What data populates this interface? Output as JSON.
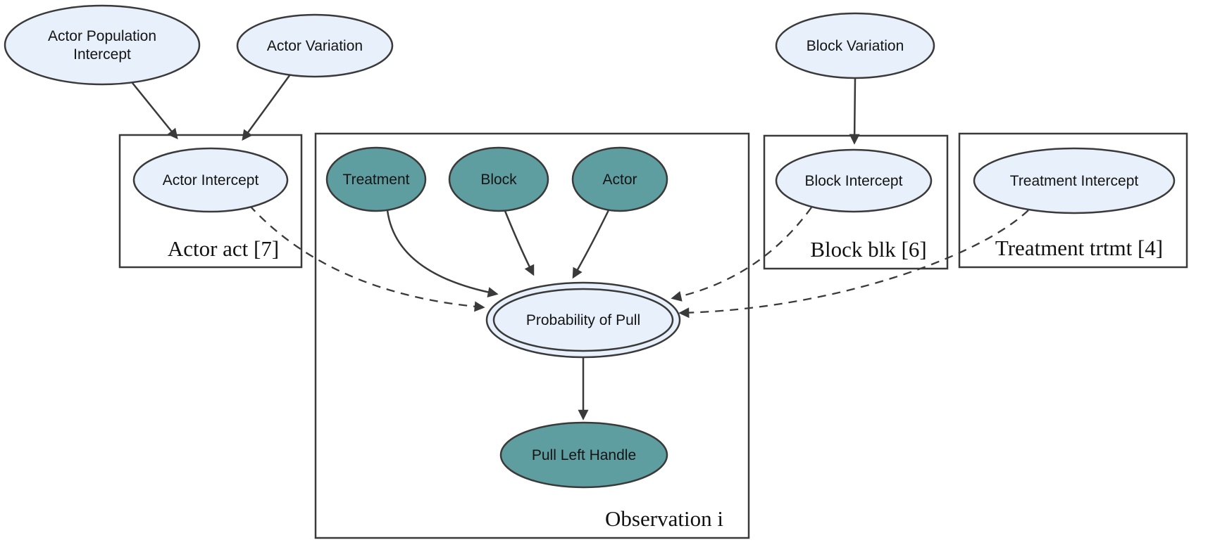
{
  "diagram": {
    "background": "#ffffff",
    "colors": {
      "node_fill_light": "#e8f1fb",
      "node_fill_teal": "#5f9ea0",
      "stroke": "#3a3a3a",
      "text": "#141414"
    },
    "nodes": {
      "actor_population_intercept": {
        "line1": "Actor Population",
        "line2": "Intercept",
        "fill": "light"
      },
      "actor_variation": {
        "label": "Actor Variation",
        "fill": "light"
      },
      "actor_intercept": {
        "label": "Actor Intercept",
        "fill": "light"
      },
      "treatment": {
        "label": "Treatment",
        "fill": "teal"
      },
      "block": {
        "label": "Block",
        "fill": "teal"
      },
      "actor": {
        "label": "Actor",
        "fill": "teal"
      },
      "block_variation": {
        "label": "Block Variation",
        "fill": "light"
      },
      "block_intercept": {
        "label": "Block Intercept",
        "fill": "light"
      },
      "treatment_intercept": {
        "label": "Treatment Intercept",
        "fill": "light"
      },
      "probability_of_pull": {
        "label": "Probability of Pull",
        "fill": "light",
        "double_border": true
      },
      "pull_left_handle": {
        "label": "Pull Left Handle",
        "fill": "teal"
      }
    },
    "plates": {
      "actor": {
        "label": "Actor act [7]"
      },
      "observation": {
        "label": "Observation i"
      },
      "block": {
        "label": "Block blk [6]"
      },
      "treatment": {
        "label": "Treatment trtmt [4]"
      }
    },
    "edges": [
      {
        "from": "actor_population_intercept",
        "to": "actor_intercept",
        "style": "solid"
      },
      {
        "from": "actor_variation",
        "to": "actor_intercept",
        "style": "solid"
      },
      {
        "from": "block_variation",
        "to": "block_intercept",
        "style": "solid"
      },
      {
        "from": "treatment",
        "to": "probability_of_pull",
        "style": "solid"
      },
      {
        "from": "block",
        "to": "probability_of_pull",
        "style": "solid"
      },
      {
        "from": "actor",
        "to": "probability_of_pull",
        "style": "solid"
      },
      {
        "from": "probability_of_pull",
        "to": "pull_left_handle",
        "style": "solid"
      },
      {
        "from": "actor_intercept",
        "to": "probability_of_pull",
        "style": "dashed"
      },
      {
        "from": "block_intercept",
        "to": "probability_of_pull",
        "style": "dashed"
      },
      {
        "from": "treatment_intercept",
        "to": "probability_of_pull",
        "style": "dashed"
      }
    ]
  }
}
